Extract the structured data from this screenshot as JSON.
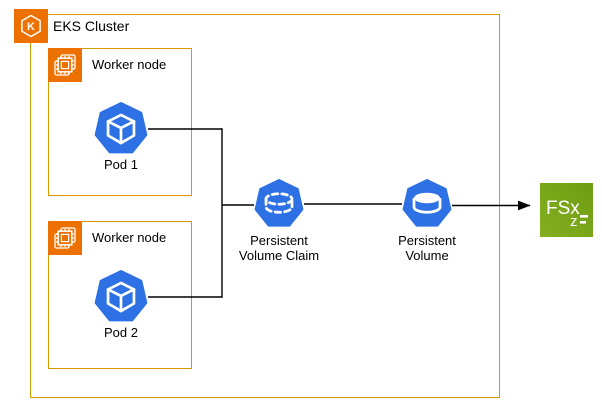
{
  "colors": {
    "border_orange": "#D79B00",
    "icon_orange": "#ED7100",
    "pod_blue": "#2E71E5",
    "fsx_green": "#7AA116",
    "line_black": "#000000"
  },
  "cluster": {
    "label": "EKS Cluster",
    "icon": "eks-kubernetes-icon",
    "icon_letter": "K"
  },
  "worker_nodes": [
    {
      "label": "Worker node",
      "icon": "compute-chip-icon",
      "pod": {
        "label": "Pod 1",
        "icon": "kubernetes-pod-icon"
      }
    },
    {
      "label": "Worker node",
      "icon": "compute-chip-icon",
      "pod": {
        "label": "Pod 2",
        "icon": "kubernetes-pod-icon"
      }
    }
  ],
  "pvc": {
    "icon": "persistent-volume-claim-icon",
    "label": [
      "Persistent",
      "Volume Claim"
    ]
  },
  "pv": {
    "icon": "persistent-volume-icon",
    "label": [
      "Persistent",
      "Volume"
    ]
  },
  "fsx": {
    "icon": "fsx-openzfs-icon",
    "label": "FSx",
    "subscript": "z"
  },
  "edges": [
    {
      "from": "Pod 1",
      "to": "Persistent Volume Claim",
      "arrow": false
    },
    {
      "from": "Pod 2",
      "to": "Persistent Volume Claim",
      "arrow": false
    },
    {
      "from": "Persistent Volume Claim",
      "to": "Persistent Volume",
      "arrow": false
    },
    {
      "from": "Persistent Volume",
      "to": "FSx",
      "arrow": true
    }
  ]
}
